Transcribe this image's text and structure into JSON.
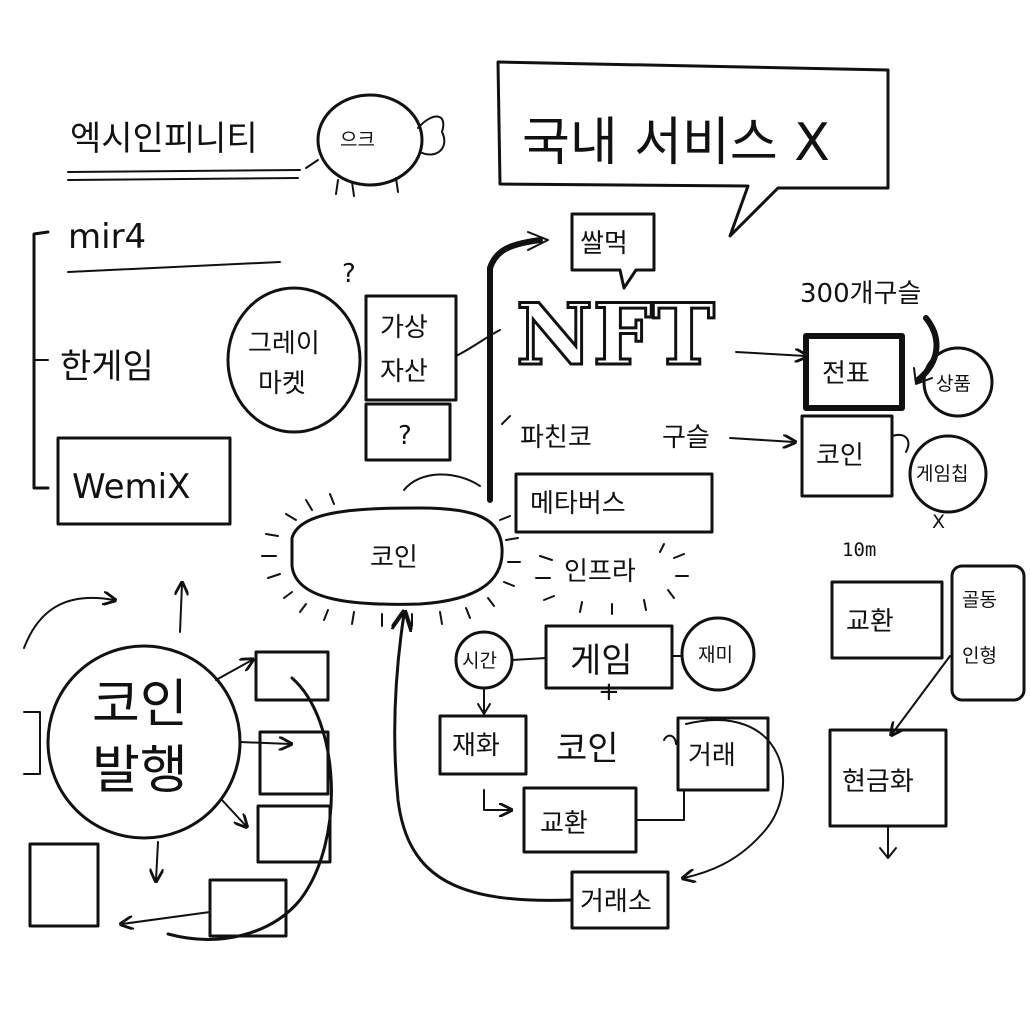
{
  "colors": {
    "ink": "#111111",
    "paper": "#ffffff"
  },
  "title": "엑시인피니티",
  "mascot_text": "으크",
  "speech_big": "국내 서비스 X",
  "left": {
    "items": [
      "mir4",
      "한게임"
    ],
    "wemix": "WemiX",
    "question": "?"
  },
  "gray_market": [
    "그레이",
    "마켓"
  ],
  "virtual_asset": [
    "가상",
    "자산"
  ],
  "virtual_q": "?",
  "speech_small": "쌀먹",
  "nft": "NFT",
  "pachinko": "파친코",
  "marble1": "구슬",
  "metaverse": "메타버스",
  "right": {
    "marble_label": "300개구슬",
    "ticket": "전표",
    "small_circle1": "상품",
    "coin": "코인",
    "small_circle2": "게임칩",
    "x_mark": "X",
    "note": "10m",
    "exchange": "교환",
    "antique": [
      "골동",
      "인형"
    ],
    "cash": "현금화"
  },
  "coin_center": "코인",
  "infra": "인프라",
  "bottom": {
    "time": "시간",
    "game": "게임",
    "fun": "재미",
    "goods": "재화",
    "coin": "코인",
    "trade": "거래",
    "exchange": "교환",
    "market": "거래소"
  },
  "issuance": [
    "코인",
    "발행"
  ]
}
